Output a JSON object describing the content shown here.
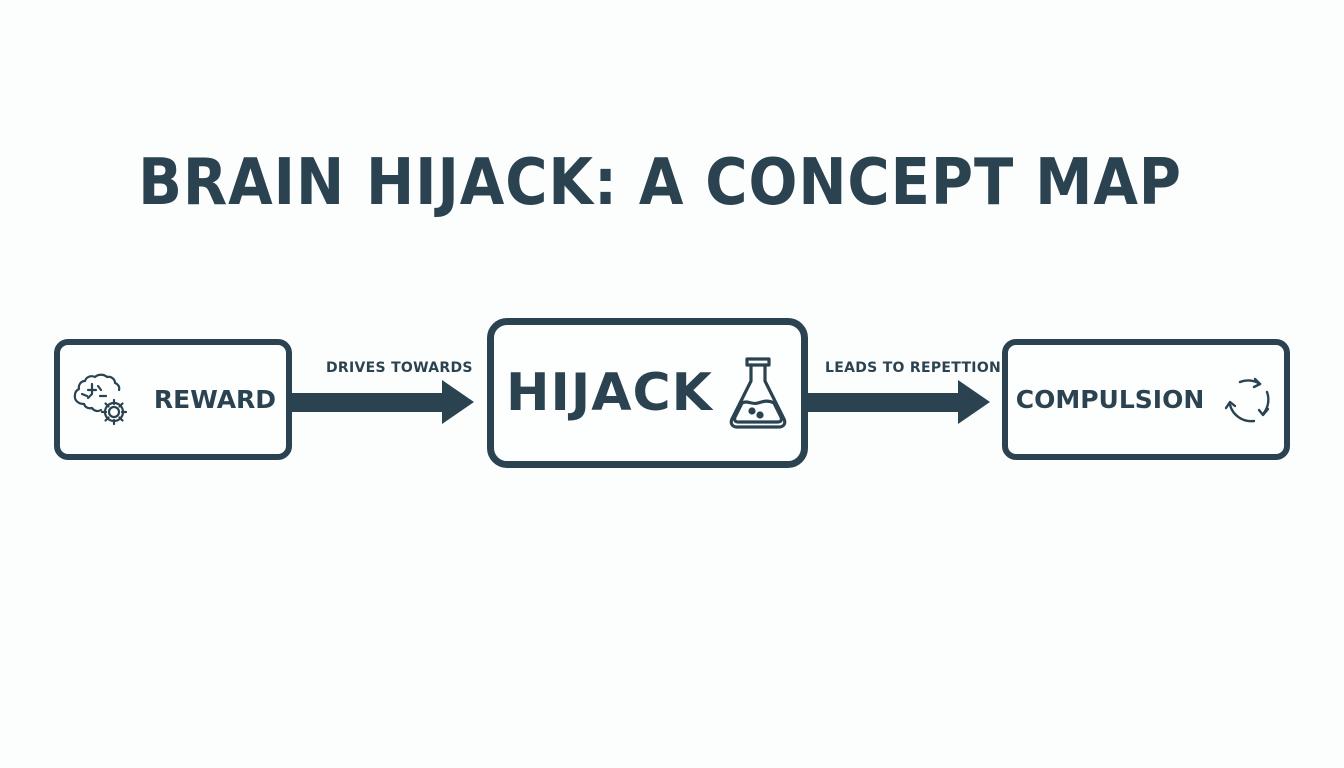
{
  "title": "BRAIN HIJACK: A CONCEPT MAP",
  "colors": {
    "primary": "#2b4350",
    "background": "#fcfdfd"
  },
  "nodes": [
    {
      "id": "reward",
      "label": "REWARD",
      "icon": "brain-gears-icon"
    },
    {
      "id": "hijack",
      "label": "HIJACK",
      "icon": "flask-icon"
    },
    {
      "id": "compulsion",
      "label": "COMPULSION",
      "icon": "cycle-arrows-icon"
    }
  ],
  "edges": [
    {
      "from": "reward",
      "to": "hijack",
      "label": "DRIVES TOWARDS"
    },
    {
      "from": "hijack",
      "to": "compulsion",
      "label": "LEADS TO REPETTION"
    }
  ]
}
